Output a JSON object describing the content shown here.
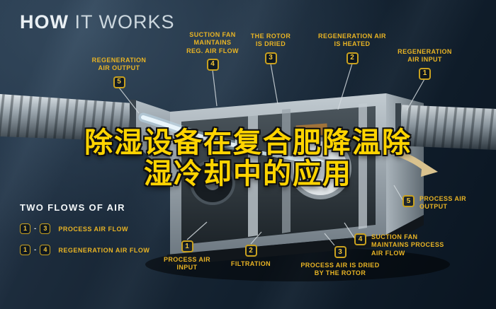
{
  "header": {
    "title_bold": "HOW",
    "title_light": "IT WORKS"
  },
  "overlay": {
    "line1": "除湿设备在复合肥降温除",
    "line2": "湿冷却中的应用"
  },
  "colors": {
    "background_navy": "#16222e",
    "accent_yellow": "#f2c437",
    "label_yellow": "#e9b424",
    "overlay_yellow": "#ffd400",
    "leader_line": "#d4dbdf"
  },
  "top_callouts": [
    {
      "id": "5",
      "text": "REGENERATION\nAIR OUTPUT"
    },
    {
      "id": "4",
      "text": "SUCTION FAN\nMAINTAINS\nREG. AIR FLOW"
    },
    {
      "id": "3",
      "text": "THE ROTOR\nIS DRIED"
    },
    {
      "id": "2",
      "text": "REGENERATION AIR\nIS HEATED"
    },
    {
      "id": "1",
      "text": "REGENERATION\nAIR INPUT"
    }
  ],
  "bottom_callouts": [
    {
      "id": "1",
      "text": "PROCESS AIR\nINPUT"
    },
    {
      "id": "2",
      "text": "FILTRATION"
    },
    {
      "id": "3",
      "text": "PROCESS AIR IS DRIED\nBY THE ROTOR"
    },
    {
      "id": "4",
      "text": "SUCTION FAN\nMAINTAINS PROCESS\nAIR FLOW"
    },
    {
      "id": "5",
      "text": "PROCESS AIR\nOUTPUT"
    }
  ],
  "legend": {
    "heading": "TWO FLOWS OF AIR",
    "rows": [
      {
        "start": "1",
        "end": "3",
        "separator": "-",
        "label": "PROCESS AIR FLOW"
      },
      {
        "start": "1",
        "end": "4",
        "separator": "-",
        "label": "REGENERATION AIR FLOW"
      }
    ]
  }
}
